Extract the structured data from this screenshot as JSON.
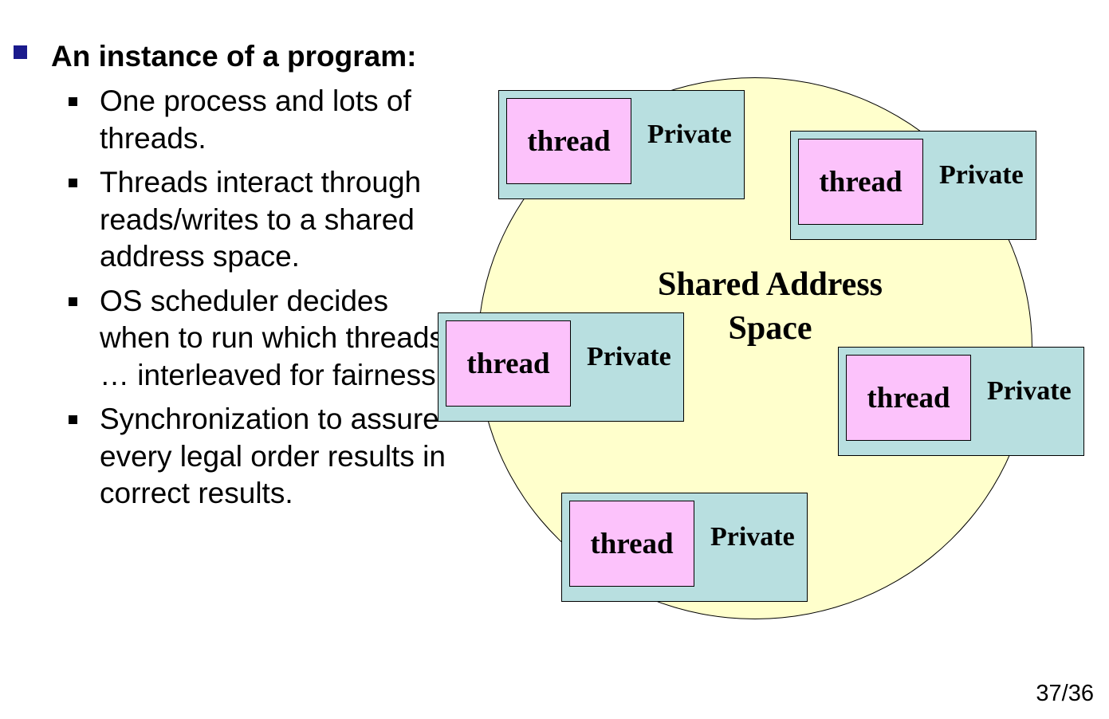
{
  "main_bullet": {
    "text": "An instance of a program:"
  },
  "sub_bullets": [
    {
      "text": "One process and lots of threads."
    },
    {
      "text": "Threads interact through reads/writes to a shared address space."
    },
    {
      "text": "OS scheduler decides when to run which threads … interleaved for fairness."
    },
    {
      "text": "Synchronization to assure every legal order results in correct results."
    }
  ],
  "diagram": {
    "shared_label": "Shared Address Space",
    "thread_label": "thread",
    "private_label": "Private",
    "colors": {
      "shared_fill": "#ffffcc",
      "private_fill": "#b8dfe0",
      "thread_fill": "#fcc2fb",
      "bullet_square": "#1a1a8c"
    }
  },
  "page_number": "37/36"
}
